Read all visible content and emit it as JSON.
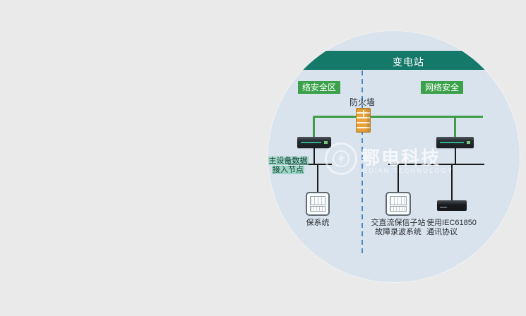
{
  "diagram": {
    "header": {
      "title": "变电站"
    },
    "zones": {
      "left_label": "络安全区",
      "right_label": "网络安全"
    },
    "firewall": {
      "label": "防火墙"
    },
    "node_label": {
      "line1": "主设备数据",
      "line2": "接入节点"
    },
    "captions": {
      "left": {
        "line1": "保系统"
      },
      "middle": {
        "line1": "交直流保信子站",
        "line2": "故障录波系统"
      },
      "right": {
        "line1": "使用IEC61850",
        "line2": "通讯协议"
      }
    },
    "watermark": {
      "name": "鄂电科技",
      "subtitle": "EDIAN TECHNOLOGY"
    },
    "icons": {
      "firewall": "firewall-brick-icon",
      "switch": "network-switch-icon",
      "protection_panel": "protection-device-icon",
      "gateway": "black-gateway-box-icon",
      "watermark_logo": "circular-logo-icon"
    },
    "colors": {
      "page_background": "#eaeaea",
      "circle_background": "#d9e3ee",
      "header_teal": "#15796a",
      "zone_green": "#3ba24b",
      "bus_green": "#3f9e44",
      "dashed_blue": "#4e86c6",
      "firewall_orange": "#e8a33d",
      "line_black": "#1b1b1b"
    }
  }
}
